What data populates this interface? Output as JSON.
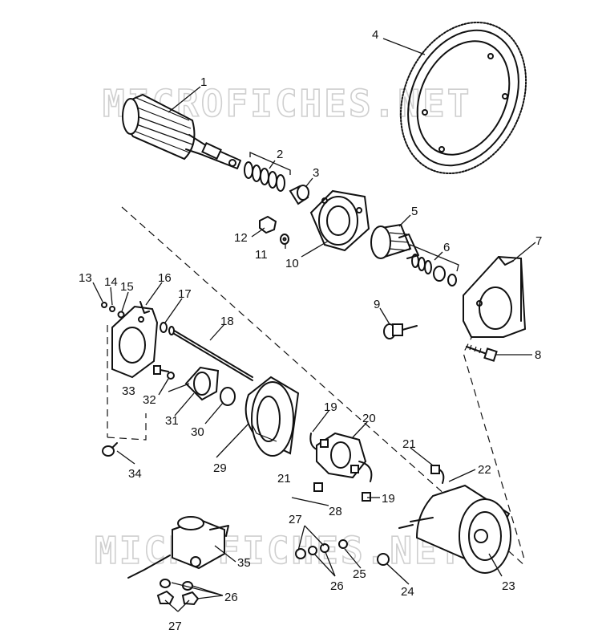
{
  "watermark": "MICROFICHES.NET",
  "callouts": [
    {
      "id": "c1",
      "text": "1"
    },
    {
      "id": "c2",
      "text": "2"
    },
    {
      "id": "c3",
      "text": "3"
    },
    {
      "id": "c4",
      "text": "4"
    },
    {
      "id": "c5",
      "text": "5"
    },
    {
      "id": "c6",
      "text": "6"
    },
    {
      "id": "c7",
      "text": "7"
    },
    {
      "id": "c8",
      "text": "8"
    },
    {
      "id": "c9",
      "text": "9"
    },
    {
      "id": "c10",
      "text": "10"
    },
    {
      "id": "c11",
      "text": "11"
    },
    {
      "id": "c12",
      "text": "12"
    },
    {
      "id": "c13",
      "text": "13"
    },
    {
      "id": "c14",
      "text": "14"
    },
    {
      "id": "c15",
      "text": "15"
    },
    {
      "id": "c16",
      "text": "16"
    },
    {
      "id": "c17",
      "text": "17"
    },
    {
      "id": "c18",
      "text": "18"
    },
    {
      "id": "c19a",
      "text": "19"
    },
    {
      "id": "c19b",
      "text": "19"
    },
    {
      "id": "c20",
      "text": "20"
    },
    {
      "id": "c21a",
      "text": "21"
    },
    {
      "id": "c21b",
      "text": "21"
    },
    {
      "id": "c22",
      "text": "22"
    },
    {
      "id": "c23",
      "text": "23"
    },
    {
      "id": "c24",
      "text": "24"
    },
    {
      "id": "c25",
      "text": "25"
    },
    {
      "id": "c26a",
      "text": "26"
    },
    {
      "id": "c26b",
      "text": "26"
    },
    {
      "id": "c27a",
      "text": "27"
    },
    {
      "id": "c27b",
      "text": "27"
    },
    {
      "id": "c28",
      "text": "28"
    },
    {
      "id": "c29",
      "text": "29"
    },
    {
      "id": "c30",
      "text": "30"
    },
    {
      "id": "c31",
      "text": "31"
    },
    {
      "id": "c32",
      "text": "32"
    },
    {
      "id": "c33",
      "text": "33"
    },
    {
      "id": "c34",
      "text": "34"
    },
    {
      "id": "c35",
      "text": "35"
    }
  ]
}
